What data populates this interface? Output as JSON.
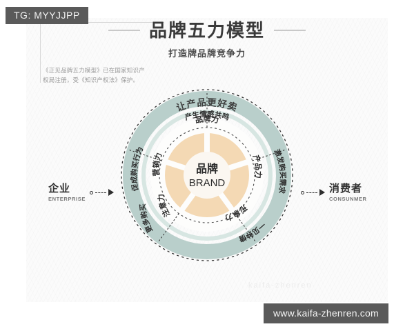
{
  "watermark_badge": {
    "label": "TG: MYYJJPP"
  },
  "header": {
    "title": "品牌五力模型",
    "subtitle": "打造牌品牌竞争力"
  },
  "legal_note": {
    "text": "《正见品牌五力模型》已在国家知识产权局注册，受《知识产权法》保护。"
  },
  "diagram": {
    "arc_top_label": "让产品更好卖",
    "center": {
      "cn": "品牌",
      "en": "BRAND"
    },
    "inner_ring_labels": [
      {
        "text": "品牌力",
        "angle_deg": -90
      },
      {
        "text": "产品力",
        "angle_deg": -18
      },
      {
        "text": "形象力",
        "angle_deg": 54
      },
      {
        "text": "注意力",
        "angle_deg": 126
      },
      {
        "text": "营销力",
        "angle_deg": 198
      }
    ],
    "outer_ring_labels": [
      {
        "text": "产生情感共鸣",
        "angle_deg": -90
      },
      {
        "text": "激发购买需求",
        "angle_deg": -30
      },
      {
        "text": "一见钟情",
        "angle_deg": 42
      },
      {
        "text": "创造更多购买机会",
        "angle_deg": 132
      },
      {
        "text": "促成购买行为",
        "angle_deg": 205
      }
    ],
    "colors": {
      "outer_ring": "#b9cfcb",
      "mid_ring": "#cfe0dc",
      "segment": "#f4d9b4",
      "center_fill": "#fbf7f1",
      "dashed_stroke": "#333333"
    }
  },
  "endpoints": {
    "left": {
      "cn": "企业",
      "en": "ENTERPRISE"
    },
    "right": {
      "cn": "消费者",
      "en": "CONSUNMER"
    }
  },
  "faint_watermark": {
    "text": "kaifa-zhenren"
  },
  "footer_badge": {
    "label": "www.kaifa-zhenren.com"
  }
}
